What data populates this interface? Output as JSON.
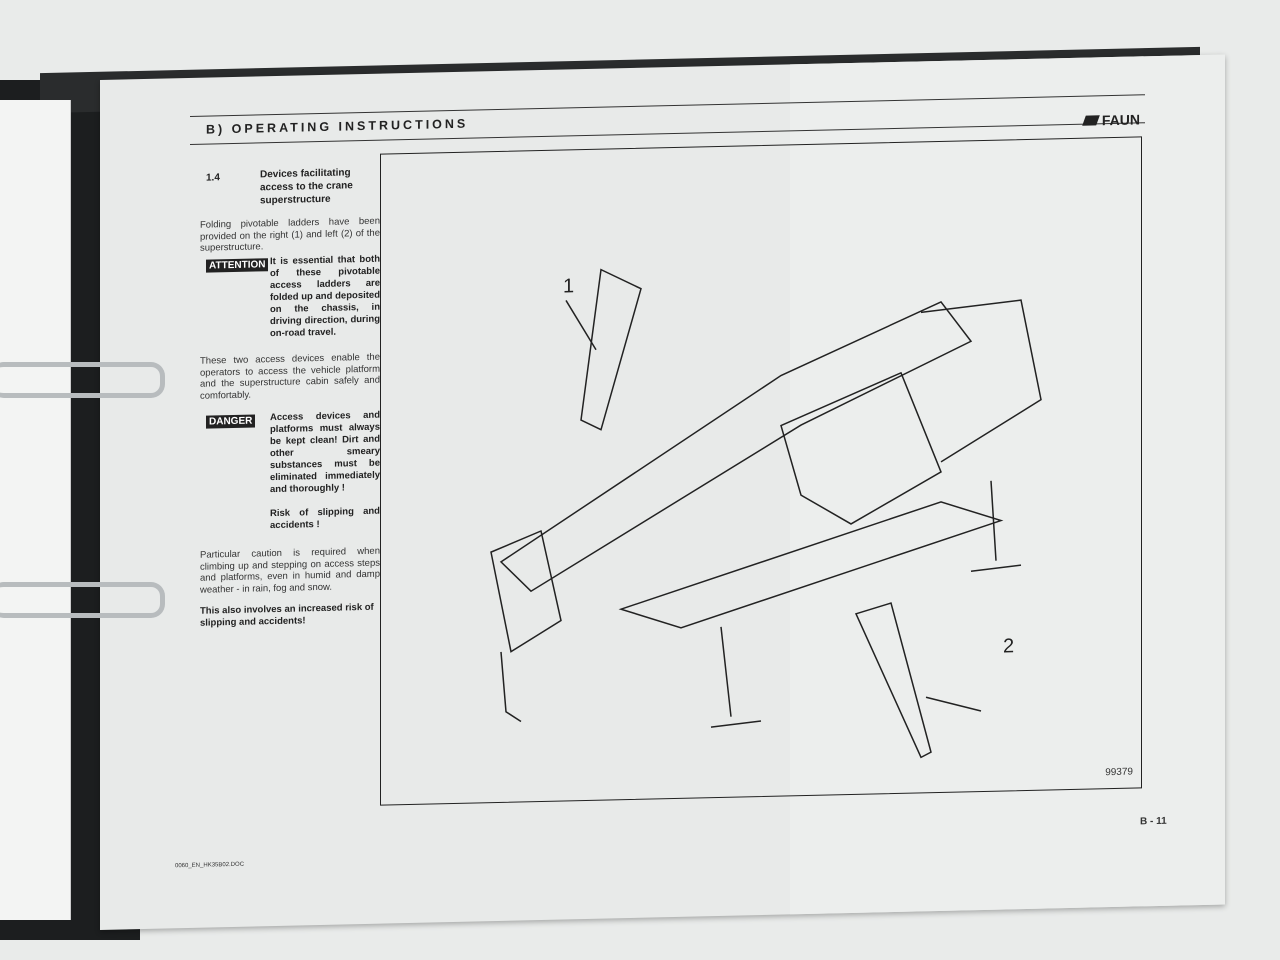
{
  "header": {
    "title": "B) OPERATING INSTRUCTIONS",
    "logo": "FAUN"
  },
  "section": {
    "number": "1.4",
    "title": "Devices facilitating access to the crane superstructure"
  },
  "paragraphs": {
    "p1": "Folding pivotable ladders have been provided on the right (1) and left (2) of the superstructure.",
    "p2": "These two access devices enable the operators to access the vehicle platform and the superstructure cabin safely and comfortably.",
    "p3": "Particular caution is required when climbing up and stepping on access steps and platforms, even in humid and damp weather - in rain, fog and snow.",
    "p4": "This also involves an increased risk of slipping and accidents!"
  },
  "attention": {
    "badge": "ATTENTION",
    "text": "It is essential that both of these pivotable access ladders are folded up and deposited on the chassis, in driving direction, during on-road travel."
  },
  "danger": {
    "badge": "DANGER",
    "text1": "Access devices and platforms must always be kept clean! Dirt and other smeary substances must be eliminated immediately and thoroughly !",
    "text2": "Risk of slipping and accidents !"
  },
  "figure": {
    "callout1": "1",
    "callout2": "2",
    "figure_number": "99379"
  },
  "footer": {
    "page": "B - 11",
    "file": "0060_EN_HK35B02.DOC"
  }
}
